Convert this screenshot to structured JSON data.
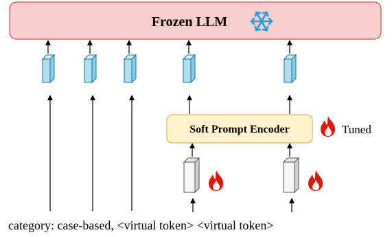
{
  "llm": {
    "title": "Frozen LLM",
    "icon": "snowflake-icon"
  },
  "encoder": {
    "title": "Soft Prompt Encoder"
  },
  "tuned": {
    "label": "Tuned",
    "icon": "fire-icon"
  },
  "input_caption": "category: case-based, <virtual token> <virtual token>",
  "colors": {
    "llm_fill": "#f8cecc",
    "llm_stroke": "#b85450",
    "embed_fill": "#b1ddf0",
    "embed_stroke": "#10739e",
    "encoder_fill": "#fff2cc",
    "encoder_stroke": "#d6b656",
    "vtoken_fill": "#f5f5f5",
    "vtoken_stroke": "#666666",
    "snowflake": "#1ba1e2",
    "fire": "#e51400"
  }
}
